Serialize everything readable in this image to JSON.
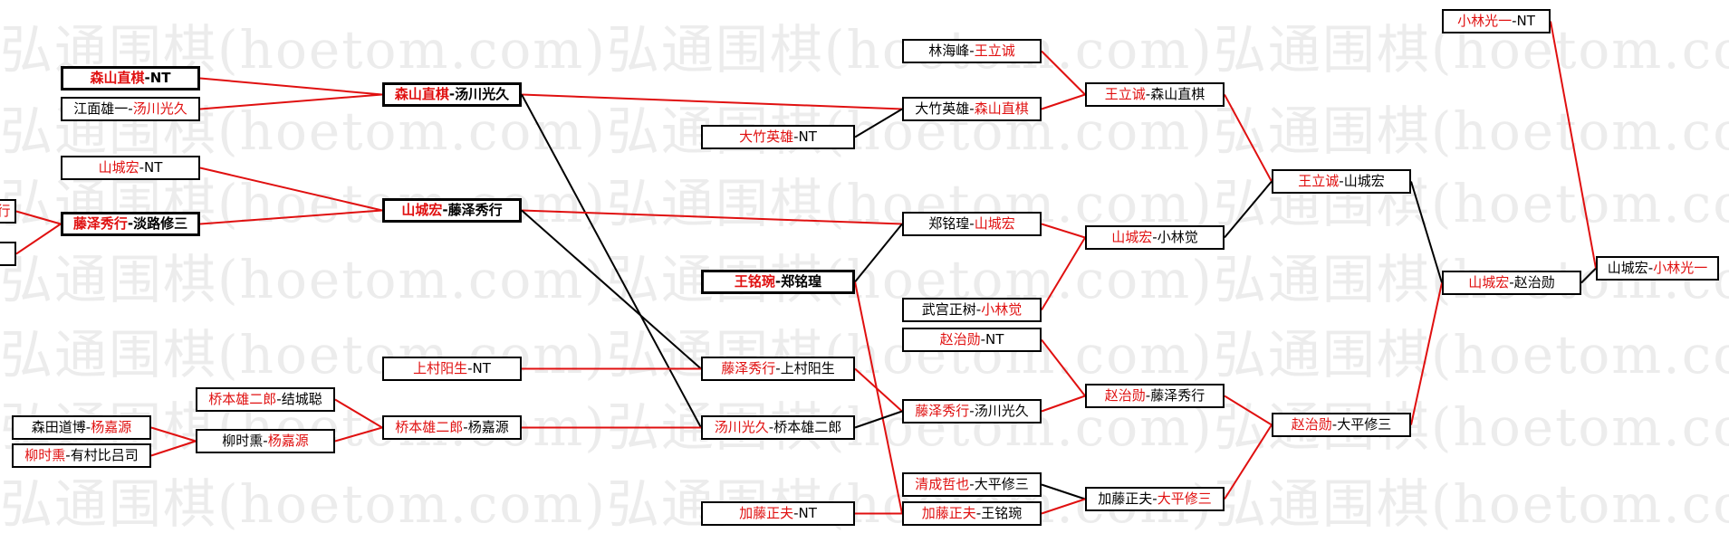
{
  "watermark": "弘通围棋(hoetom.com)",
  "colors": {
    "winner": "#e01010",
    "loser": "#000000",
    "border": "#000000"
  },
  "boxes": [
    {
      "id": "b1",
      "parts": [
        {
          "t": "森山直棋",
          "red": true
        },
        {
          "t": "-NT",
          "red": false
        }
      ]
    },
    {
      "id": "b2",
      "parts": [
        {
          "t": "江面雄一-",
          "red": false
        },
        {
          "t": "汤川光久",
          "red": true
        }
      ]
    },
    {
      "id": "b3",
      "parts": [
        {
          "t": "山城宏",
          "red": true
        },
        {
          "t": "-NT",
          "red": false
        }
      ]
    },
    {
      "id": "b4",
      "parts": [
        {
          "t": "行",
          "red": true
        }
      ]
    },
    {
      "id": "b5",
      "parts": [
        {
          "t": "",
          "red": false
        }
      ]
    },
    {
      "id": "b6",
      "parts": [
        {
          "t": "藤泽秀行",
          "red": true
        },
        {
          "t": "-淡路修三",
          "red": false
        }
      ]
    },
    {
      "id": "b7",
      "parts": [
        {
          "t": "森山直棋",
          "red": true
        },
        {
          "t": "-汤川光久",
          "red": false
        }
      ]
    },
    {
      "id": "b8",
      "parts": [
        {
          "t": "山城宏",
          "red": true
        },
        {
          "t": "-藤泽秀行",
          "red": false
        }
      ]
    },
    {
      "id": "b9",
      "parts": [
        {
          "t": "上村阳生",
          "red": true
        },
        {
          "t": "-NT",
          "red": false
        }
      ]
    },
    {
      "id": "b10",
      "parts": [
        {
          "t": "桥本雄二郎",
          "red": true
        },
        {
          "t": "-结城聪",
          "red": false
        }
      ]
    },
    {
      "id": "b11",
      "parts": [
        {
          "t": "森田道博-",
          "red": false
        },
        {
          "t": "杨嘉源",
          "red": true
        }
      ]
    },
    {
      "id": "b12",
      "parts": [
        {
          "t": "柳时熏",
          "red": true
        },
        {
          "t": "-有村比吕司",
          "red": false
        }
      ]
    },
    {
      "id": "b13",
      "parts": [
        {
          "t": "柳时熏-",
          "red": false
        },
        {
          "t": "杨嘉源",
          "red": true
        }
      ]
    },
    {
      "id": "b14",
      "parts": [
        {
          "t": "桥本雄二郎",
          "red": true
        },
        {
          "t": "-杨嘉源",
          "red": false
        }
      ]
    },
    {
      "id": "b15",
      "parts": [
        {
          "t": "大竹英雄",
          "red": true
        },
        {
          "t": "-NT",
          "red": false
        }
      ]
    },
    {
      "id": "b16",
      "parts": [
        {
          "t": "王铭琬",
          "red": true
        },
        {
          "t": "-郑铭瑝",
          "red": false
        }
      ]
    },
    {
      "id": "b17",
      "parts": [
        {
          "t": "藤泽秀行",
          "red": true
        },
        {
          "t": "-上村阳生",
          "red": false
        }
      ]
    },
    {
      "id": "b18",
      "parts": [
        {
          "t": "汤川光久",
          "red": true
        },
        {
          "t": "-桥本雄二郎",
          "red": false
        }
      ]
    },
    {
      "id": "b19",
      "parts": [
        {
          "t": "加藤正夫",
          "red": true
        },
        {
          "t": "-NT",
          "red": false
        }
      ]
    },
    {
      "id": "b20",
      "parts": [
        {
          "t": "林海峰-",
          "red": false
        },
        {
          "t": "王立诚",
          "red": true
        }
      ]
    },
    {
      "id": "b21",
      "parts": [
        {
          "t": "大竹英雄-",
          "red": false
        },
        {
          "t": "森山直棋",
          "red": true
        }
      ]
    },
    {
      "id": "b22",
      "parts": [
        {
          "t": "郑铭瑝-",
          "red": false
        },
        {
          "t": "山城宏",
          "red": true
        }
      ]
    },
    {
      "id": "b23",
      "parts": [
        {
          "t": "武宫正树-",
          "red": false
        },
        {
          "t": "小林觉",
          "red": true
        }
      ]
    },
    {
      "id": "b24",
      "parts": [
        {
          "t": "赵治勋",
          "red": true
        },
        {
          "t": "-NT",
          "red": false
        }
      ]
    },
    {
      "id": "b25",
      "parts": [
        {
          "t": "藤泽秀行",
          "red": true
        },
        {
          "t": "-汤川光久",
          "red": false
        }
      ]
    },
    {
      "id": "b26",
      "parts": [
        {
          "t": "清成哲也",
          "red": true
        },
        {
          "t": "-大平修三",
          "red": false
        }
      ]
    },
    {
      "id": "b27",
      "parts": [
        {
          "t": "加藤正夫",
          "red": true
        },
        {
          "t": "-王铭琬",
          "red": false
        }
      ]
    },
    {
      "id": "b28",
      "parts": [
        {
          "t": "王立诚",
          "red": true
        },
        {
          "t": "-森山直棋",
          "red": false
        }
      ]
    },
    {
      "id": "b29",
      "parts": [
        {
          "t": "山城宏",
          "red": true
        },
        {
          "t": "-小林觉",
          "red": false
        }
      ]
    },
    {
      "id": "b30",
      "parts": [
        {
          "t": "赵治勋",
          "red": true
        },
        {
          "t": "-藤泽秀行",
          "red": false
        }
      ]
    },
    {
      "id": "b31",
      "parts": [
        {
          "t": "加藤正夫-",
          "red": false
        },
        {
          "t": "大平修三",
          "red": true
        }
      ]
    },
    {
      "id": "b32",
      "parts": [
        {
          "t": "王立诚",
          "red": true
        },
        {
          "t": "-山城宏",
          "red": false
        }
      ]
    },
    {
      "id": "b33",
      "parts": [
        {
          "t": "赵治勋",
          "red": true
        },
        {
          "t": "-大平修三",
          "red": false
        }
      ]
    },
    {
      "id": "b34",
      "parts": [
        {
          "t": "山城宏",
          "red": true
        },
        {
          "t": "-赵治勋",
          "red": false
        }
      ]
    },
    {
      "id": "b35",
      "parts": [
        {
          "t": "小林光一",
          "red": true
        },
        {
          "t": "-NT",
          "red": false
        }
      ]
    },
    {
      "id": "b36",
      "parts": [
        {
          "t": "山城宏-",
          "red": false
        },
        {
          "t": "小林光一",
          "red": true
        }
      ]
    }
  ],
  "links": [
    {
      "from": "b1",
      "to": "b7",
      "winner": true
    },
    {
      "from": "b2",
      "to": "b7",
      "winner": true
    },
    {
      "from": "b3",
      "to": "b8",
      "winner": true
    },
    {
      "from": "b6",
      "to": "b8",
      "winner": true
    },
    {
      "from": "b4",
      "to": "b6",
      "winner": true
    },
    {
      "from": "b5",
      "to": "b6",
      "winner": true
    },
    {
      "from": "b7",
      "to": "b21",
      "winner": true
    },
    {
      "from": "b7",
      "to": "b18",
      "winner": false
    },
    {
      "from": "b8",
      "to": "b22",
      "winner": true
    },
    {
      "from": "b8",
      "to": "b17",
      "winner": false
    },
    {
      "from": "b9",
      "to": "b17",
      "winner": true
    },
    {
      "from": "b10",
      "to": "b14",
      "winner": true
    },
    {
      "from": "b11",
      "to": "b13",
      "winner": true
    },
    {
      "from": "b12",
      "to": "b13",
      "winner": true
    },
    {
      "from": "b13",
      "to": "b14",
      "winner": true
    },
    {
      "from": "b14",
      "to": "b18",
      "winner": true
    },
    {
      "from": "b15",
      "to": "b21",
      "winner": false
    },
    {
      "from": "b16",
      "to": "b22",
      "winner": false
    },
    {
      "from": "b16",
      "to": "b27",
      "winner": true
    },
    {
      "from": "b17",
      "to": "b25",
      "winner": true
    },
    {
      "from": "b18",
      "to": "b25",
      "winner": false
    },
    {
      "from": "b19",
      "to": "b27",
      "winner": true
    },
    {
      "from": "b20",
      "to": "b28",
      "winner": true
    },
    {
      "from": "b21",
      "to": "b28",
      "winner": true
    },
    {
      "from": "b22",
      "to": "b29",
      "winner": true
    },
    {
      "from": "b23",
      "to": "b29",
      "winner": true
    },
    {
      "from": "b24",
      "to": "b30",
      "winner": true
    },
    {
      "from": "b25",
      "to": "b30",
      "winner": true
    },
    {
      "from": "b26",
      "to": "b31",
      "winner": false
    },
    {
      "from": "b27",
      "to": "b31",
      "winner": true
    },
    {
      "from": "b28",
      "to": "b32",
      "winner": true
    },
    {
      "from": "b29",
      "to": "b32",
      "winner": false
    },
    {
      "from": "b30",
      "to": "b33",
      "winner": true
    },
    {
      "from": "b31",
      "to": "b33",
      "winner": true
    },
    {
      "from": "b32",
      "to": "b34",
      "winner": false
    },
    {
      "from": "b33",
      "to": "b34",
      "winner": true
    },
    {
      "from": "b34",
      "to": "b36",
      "winner": false
    },
    {
      "from": "b35",
      "to": "b36",
      "winner": true
    }
  ]
}
